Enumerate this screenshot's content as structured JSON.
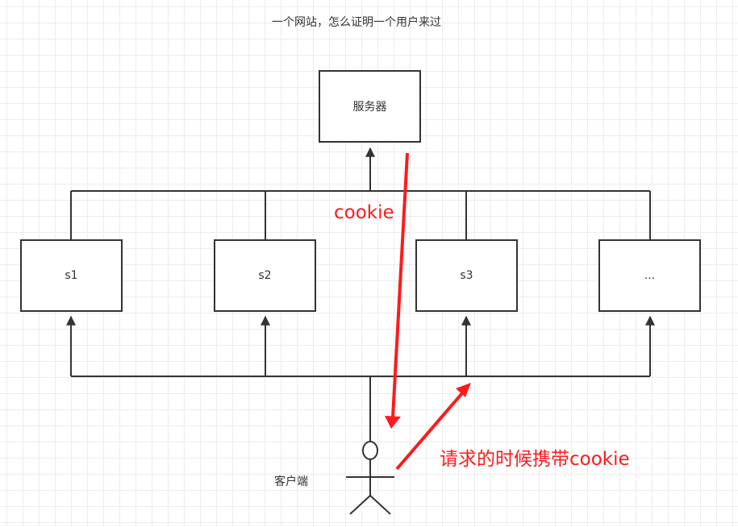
{
  "title": "一个网站，怎么证明一个用户来过",
  "server": {
    "label": "服务器"
  },
  "nodes": [
    {
      "label": "s1"
    },
    {
      "label": "s2"
    },
    {
      "label": "s3"
    },
    {
      "label": "..."
    }
  ],
  "client": {
    "label": "客户端"
  },
  "annotations": {
    "cookie": "cookie",
    "request": "请求的时候携带cookie"
  },
  "colors": {
    "line": "#333333",
    "annotation": "#ff1a1a",
    "grid": "#ececec"
  }
}
